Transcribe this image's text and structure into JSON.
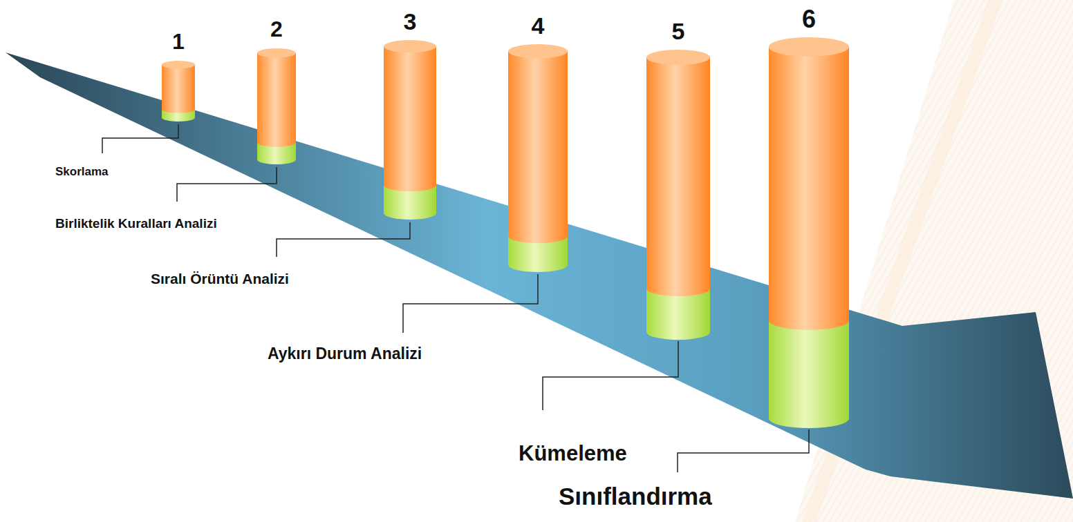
{
  "diagram": {
    "nodes": [
      {
        "text": [
          "1"
        ]
      },
      {
        "text": [
          "2"
        ]
      },
      {
        "text": [
          "3"
        ]
      },
      {
        "text": [
          "4"
        ]
      },
      {
        "text": [
          "5"
        ]
      },
      {
        "text": [
          "6"
        ]
      }
    ],
    "labels": [
      "Skorlama",
      "Birliktelik Kuralları Analizi",
      "Sıralı Örüntü Analizi",
      "Aykırı Durum Analizi",
      "Kümeleme",
      "Sınıflandırma"
    ]
  }
}
